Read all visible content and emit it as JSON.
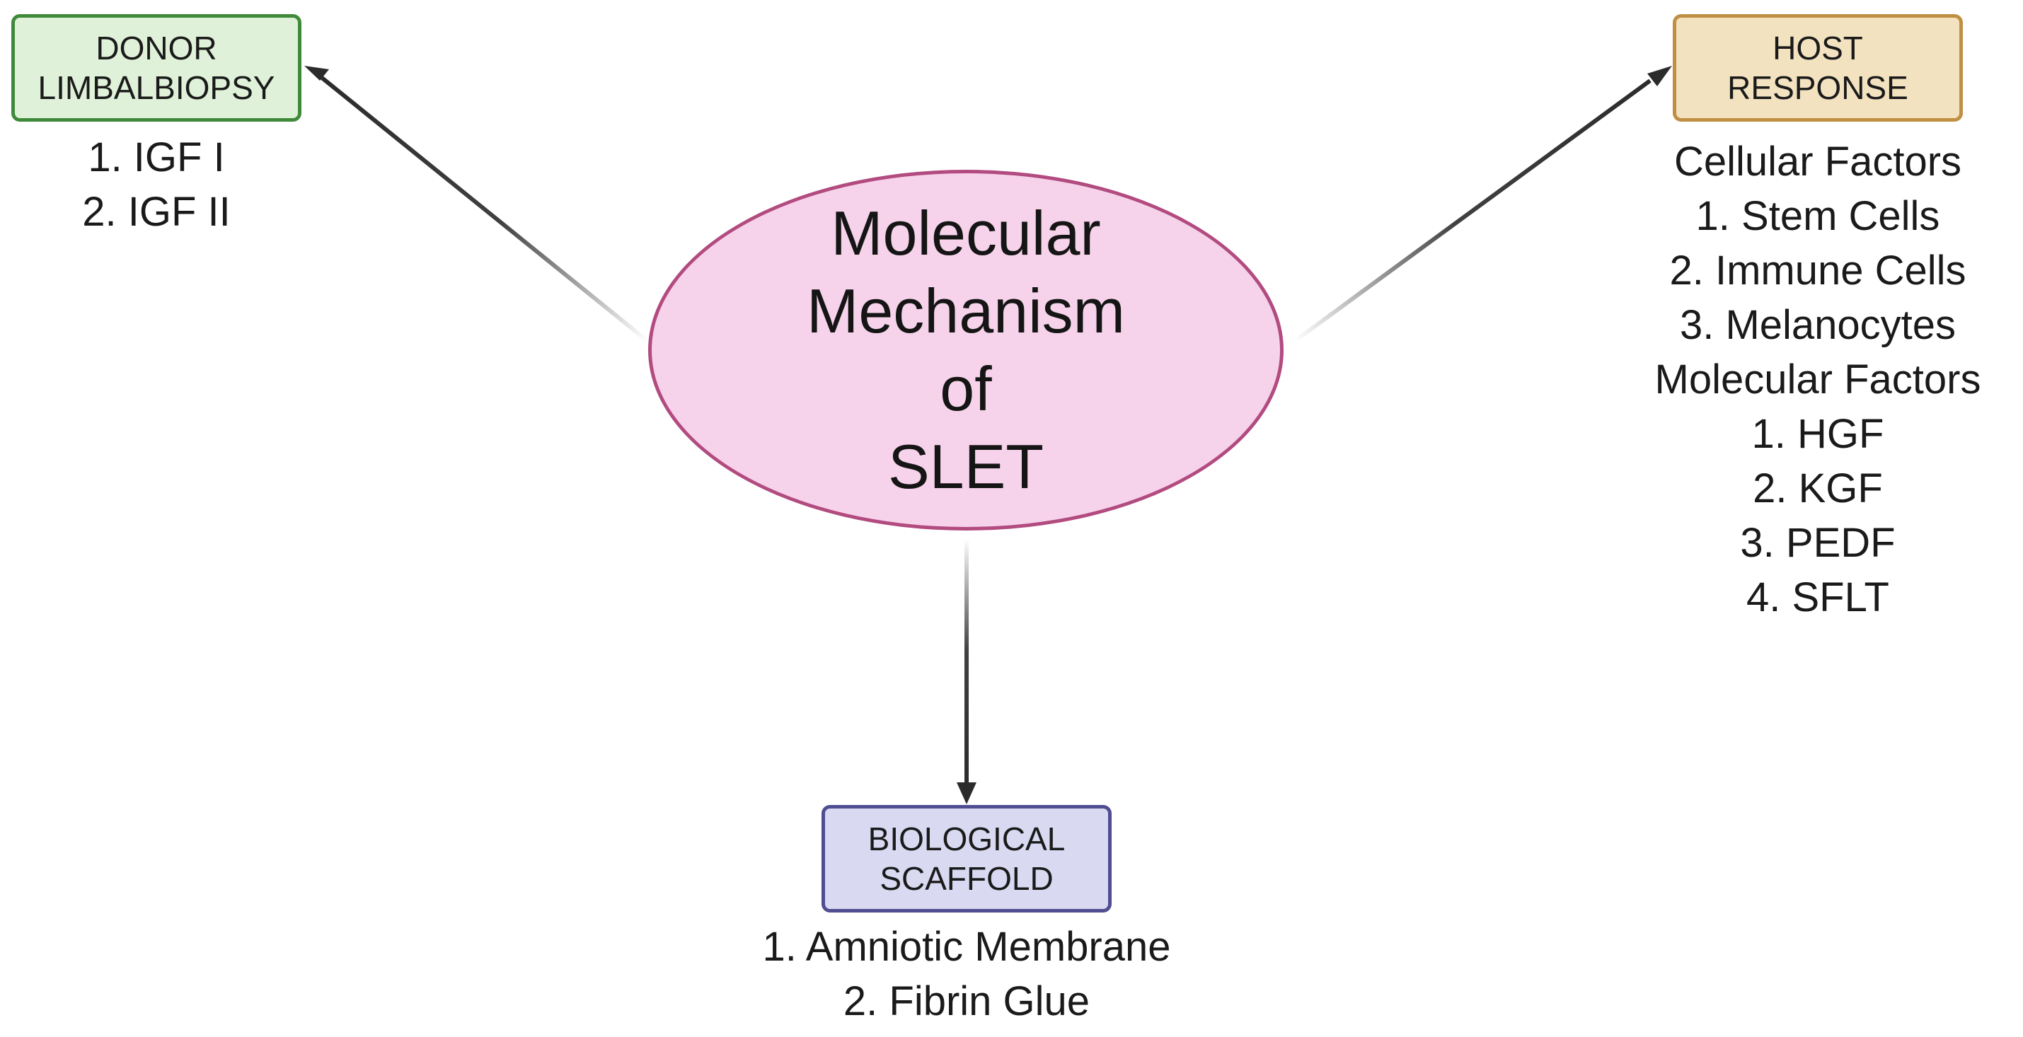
{
  "center": {
    "lines": [
      "Molecular",
      "Mechanism",
      "of",
      "SLET"
    ]
  },
  "donor": {
    "title_lines": [
      "DONOR",
      "LIMBALBIOPSY"
    ],
    "items": [
      "1.  IGF I",
      "2.  IGF II"
    ]
  },
  "host": {
    "title_lines": [
      "HOST",
      "RESPONSE"
    ],
    "items": [
      "Cellular Factors",
      "1.  Stem Cells",
      "2.  Immune Cells",
      "3.  Melanocytes",
      "Molecular Factors",
      "1.  HGF",
      "2.  KGF",
      "3.  PEDF",
      "4.  SFLT"
    ]
  },
  "scaffold": {
    "title_lines": [
      "BIOLOGICAL",
      "SCAFFOLD"
    ],
    "items": [
      "1.  Amniotic Membrane",
      "2.  Fibrin Glue"
    ]
  },
  "colors": {
    "center_fill": "#f6d3ea",
    "center_border": "#b24b80",
    "donor_fill": "#dff2d9",
    "donor_border": "#3f8a3a",
    "host_fill": "#f3e2c0",
    "host_border": "#c08f43",
    "scaffold_fill": "#d9d9f2",
    "scaffold_border": "#504d92",
    "arrow": "#2b2b2b"
  }
}
